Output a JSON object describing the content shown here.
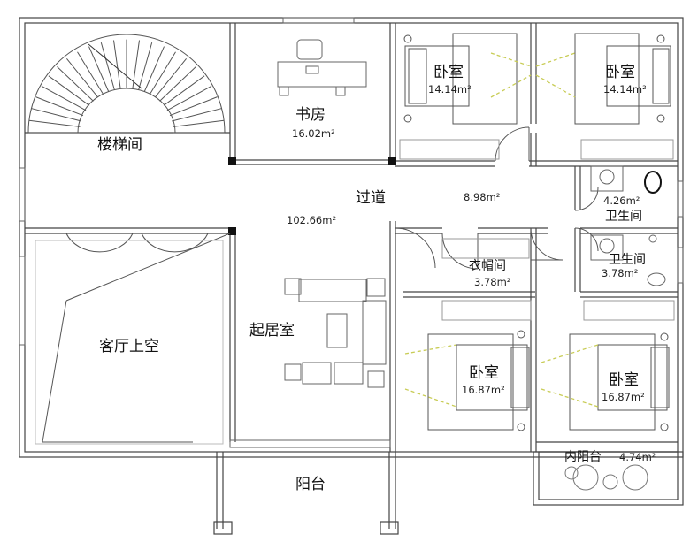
{
  "rooms": {
    "stair_hall": {
      "name": "楼梯间"
    },
    "study": {
      "name": "书房",
      "area": "16.02m²"
    },
    "bedroom_1": {
      "name": "卧室",
      "area": "14.14m²"
    },
    "bedroom_2": {
      "name": "卧室",
      "area": "14.14m²"
    },
    "bath_1": {
      "name": "卫生间",
      "area": "4.26m²"
    },
    "bath_2": {
      "name": "卫生间",
      "area": "3.78m²"
    },
    "corridor": {
      "name": "过道",
      "area": "8.98m²"
    },
    "living_void": {
      "name": "客厅上空"
    },
    "sitting_room": {
      "name": "起居室",
      "area": "102.66m²"
    },
    "cloakroom": {
      "name": "衣帽间",
      "area": "3.78m²"
    },
    "bedroom_3": {
      "name": "卧室",
      "area": "16.87m²"
    },
    "bedroom_4": {
      "name": "卧室",
      "area": "16.87m²"
    },
    "inner_balcony": {
      "name": "内阳台",
      "area": "4.74m²"
    },
    "balcony": {
      "name": "阳台"
    }
  },
  "colors": {
    "wall": "#3a3a3a",
    "line": "#666666",
    "accent": "#c8cc55"
  }
}
